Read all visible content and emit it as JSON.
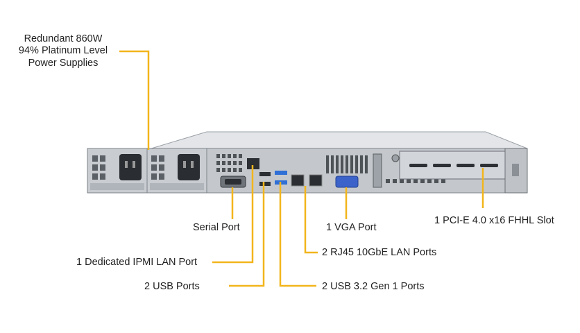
{
  "labels": {
    "psu": [
      "Redundant 860W",
      "94% Platinum Level",
      "Power Supplies"
    ],
    "serial": "Serial Port",
    "ipmi": "1 Dedicated IPMI LAN Port",
    "usb2": "2 USB Ports",
    "usb3": "2 USB 3.2 Gen 1 Ports",
    "lan": "2 RJ45 10GbE LAN Ports",
    "vga": "1 VGA Port",
    "pcie": "1 PCI-E 4.0 x16 FHHL Slot"
  },
  "colors": {
    "leader": "#f2b51c",
    "chassis_top": "#d9dce0",
    "chassis_face": "#c7cbd0",
    "metal_dark": "#3b3f44",
    "usb_blue": "#2f6fd6",
    "vga_blue": "#3c63c9"
  }
}
